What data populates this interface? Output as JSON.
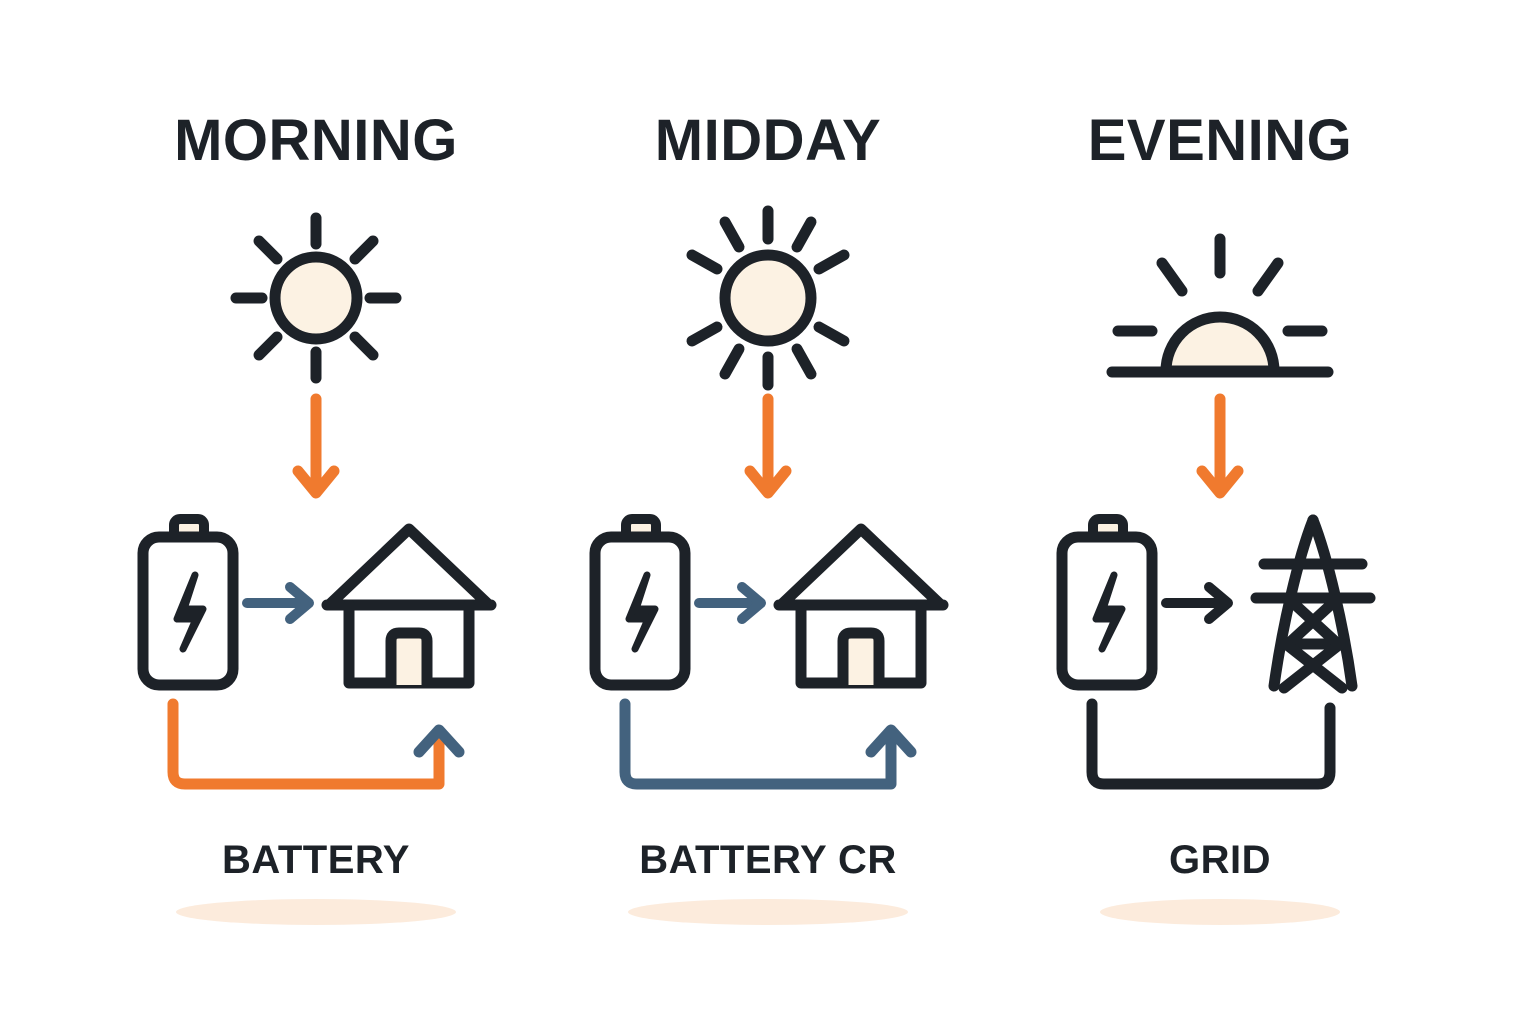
{
  "palette": {
    "ink": "#1d2228",
    "orange": "#F07A2E",
    "steel": "#43627E",
    "cream": "#FCF2E3",
    "shadow": "#FBE7D6",
    "background": "#FFFFFF"
  },
  "diagram": {
    "title_visible": false,
    "columns": [
      {
        "id": "morning",
        "heading": "MORNING",
        "sun_icon": "sun-icon",
        "sun_rays": 8,
        "down_arrow_icon": "down-arrow-icon",
        "down_arrow_color": "#F07A2E",
        "source_icon": "battery-icon",
        "link_arrow_icon": "right-arrow-icon",
        "link_arrow_color": "#43627E",
        "target_icon": "house-icon",
        "loop_icon": "return-loop-icon",
        "loop_color": "#F07A2E",
        "loop_arrowhead": true,
        "loop_arrowhead_color": "#43627E",
        "label": "BATTERY",
        "shadow": true
      },
      {
        "id": "midday",
        "heading": "MIDDAY",
        "sun_icon": "sun-icon",
        "sun_rays": 12,
        "down_arrow_icon": "down-arrow-icon",
        "down_arrow_color": "#F07A2E",
        "source_icon": "battery-icon",
        "link_arrow_icon": "right-arrow-icon",
        "link_arrow_color": "#43627E",
        "target_icon": "house-icon",
        "loop_icon": "return-loop-icon",
        "loop_color": "#43627E",
        "loop_arrowhead": true,
        "loop_arrowhead_color": "#43627E",
        "label": "BATTERY CR",
        "shadow": true
      },
      {
        "id": "evening",
        "heading": "EVENING",
        "sun_icon": "sunset-icon",
        "sun_rays": 5,
        "down_arrow_icon": "down-arrow-icon",
        "down_arrow_color": "#F07A2E",
        "source_icon": "battery-icon",
        "link_arrow_icon": "right-arrow-icon",
        "link_arrow_color": "#1d2228",
        "target_icon": "power-tower-icon",
        "loop_icon": "return-loop-icon",
        "loop_color": "#1d2228",
        "loop_arrowhead": false,
        "loop_arrowhead_color": "#1d2228",
        "label": "GRID",
        "shadow": true
      }
    ]
  }
}
